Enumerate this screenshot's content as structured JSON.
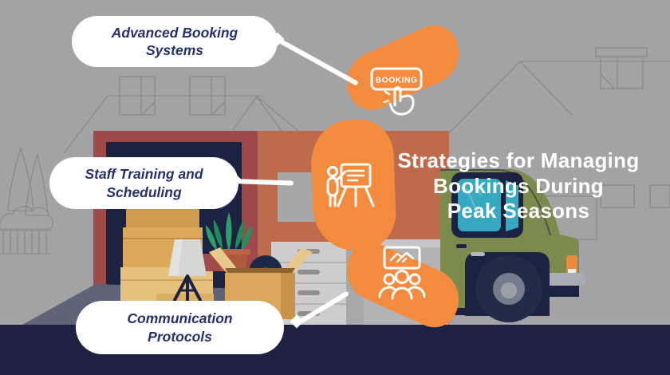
{
  "title": {
    "lines": [
      "Strategies for Managing",
      "Bookings During",
      "Peak Seasons"
    ]
  },
  "pills": [
    {
      "label": "Advanced Booking Systems"
    },
    {
      "label": "Staff Training and Scheduling"
    },
    {
      "label": "Communication Protocols"
    }
  ],
  "segments": [
    {
      "icon": "booking-button-click-icon",
      "button_text": "BOOKING"
    },
    {
      "icon": "presentation-training-icon"
    },
    {
      "icon": "handshake-team-icon"
    }
  ],
  "colors": {
    "accent_orange": "#F28B3E",
    "label_navy": "#25316B",
    "title_white": "#FFFFFF",
    "background_gray": "#A3A3A5",
    "road_navy": "#1E2141",
    "wall_terracotta": "#BE6A4C",
    "door_frame_maroon": "#9E4A4B",
    "door_navy": "#1C2342",
    "truck_green": "#7C8B4D",
    "truck_window_teal": "#36A9C1",
    "box_tan": "#DCA85C",
    "plant_green": "#2EA169"
  }
}
